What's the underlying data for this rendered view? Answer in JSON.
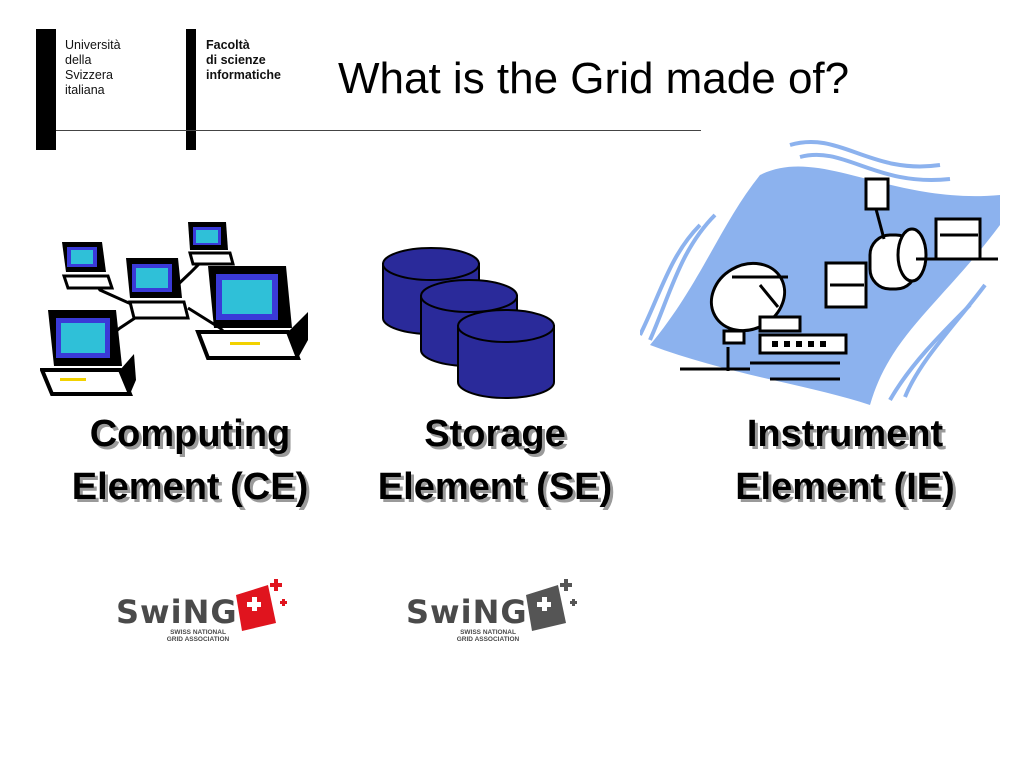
{
  "header": {
    "university_lines": [
      "Università",
      "della",
      "Svizzera",
      "italiana"
    ],
    "faculty_lines": [
      "Facoltà",
      "di scienze",
      "informatiche"
    ]
  },
  "slide": {
    "title": "What is the Grid made of?"
  },
  "elements": [
    {
      "line1": "Computing",
      "line2": "Element (CE)",
      "icon": "networked-computers-icon"
    },
    {
      "line1": "Storage",
      "line2": "Element (SE)",
      "icon": "storage-cylinders-icon"
    },
    {
      "line1": "Instrument",
      "line2": "Element (IE)",
      "icon": "satellite-dish-icon"
    }
  ],
  "logos": [
    {
      "word": "SwiNG",
      "sub1": "SWISS NATIONAL",
      "sub2": "GRID ASSOCIATION",
      "accent": "#e0141e"
    },
    {
      "word": "SwiNG",
      "sub1": "SWISS NATIONAL",
      "sub2": "GRID ASSOCIATION",
      "accent": "#555555"
    }
  ],
  "colors": {
    "monitor_screen": "#2fc0d8",
    "monitor_frame": "#3a3ad8",
    "storage_fill": "#2a2a9a",
    "sky": "#8cb2ee"
  }
}
